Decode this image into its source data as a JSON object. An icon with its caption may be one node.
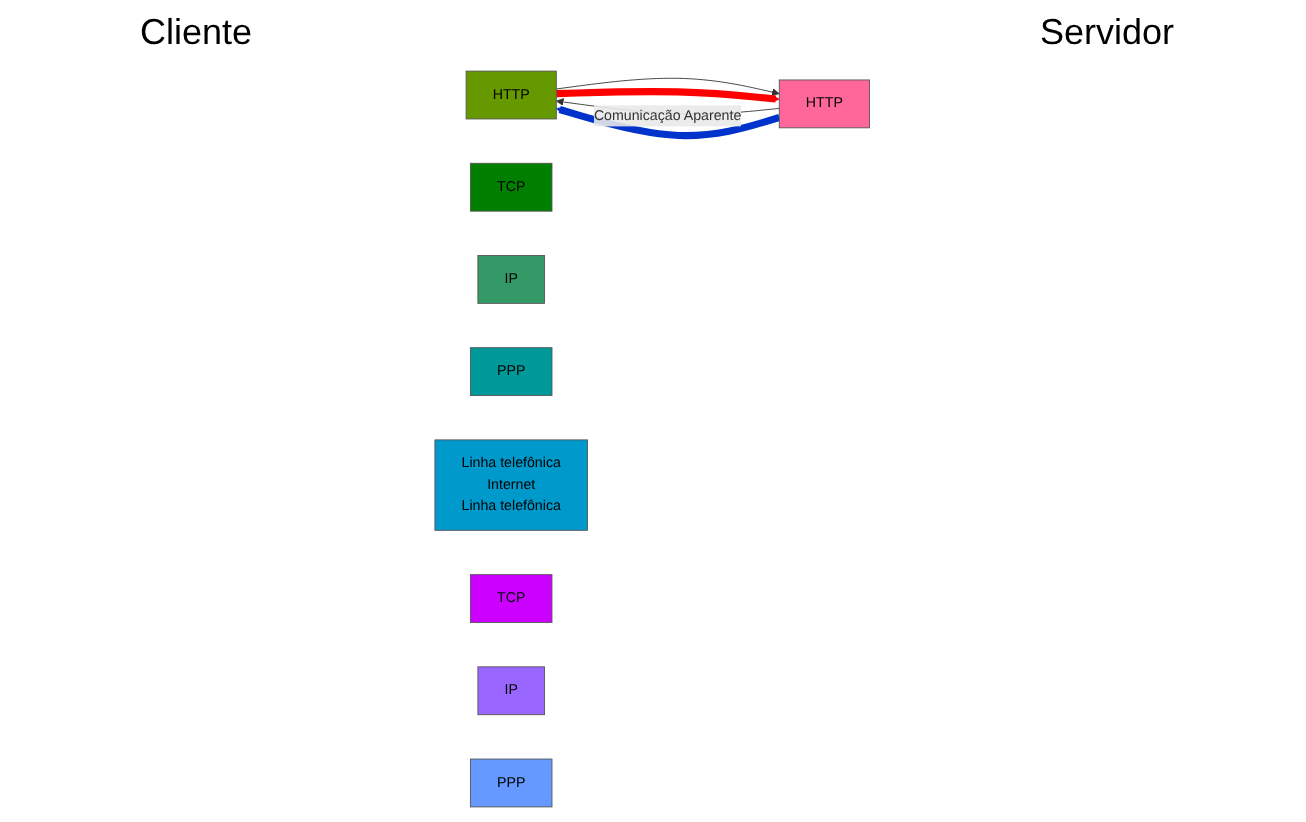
{
  "diagram": {
    "nodes": [
      {
        "text": [
          "HTTP"
        ]
      },
      {
        "text": [
          "TCP"
        ]
      },
      {
        "text": [
          "IP"
        ]
      },
      {
        "text": [
          "PPP"
        ]
      },
      {
        "text": [
          "Linha telefônica",
          "Internet",
          "Linha telefônica"
        ]
      },
      {
        "text": [
          "HTTP"
        ]
      },
      {
        "text": [
          "TCP"
        ]
      },
      {
        "text": [
          "IP"
        ]
      },
      {
        "text": [
          "PPP"
        ]
      }
    ],
    "edges": [
      {
        "from": 0,
        "to": 5,
        "arrow": "to"
      },
      {
        "from": 5,
        "to": 0,
        "arrow": "to",
        "label": "Comunicação Aparente"
      },
      {
        "from": 0,
        "to": 5,
        "arrow": "to",
        "style": "thick",
        "color": "#ff0000"
      },
      {
        "from": 5,
        "to": 0,
        "arrow": "to",
        "style": "thick",
        "color": "#0033cc"
      }
    ],
    "labels": [
      "Cliente",
      "Servidor"
    ]
  }
}
